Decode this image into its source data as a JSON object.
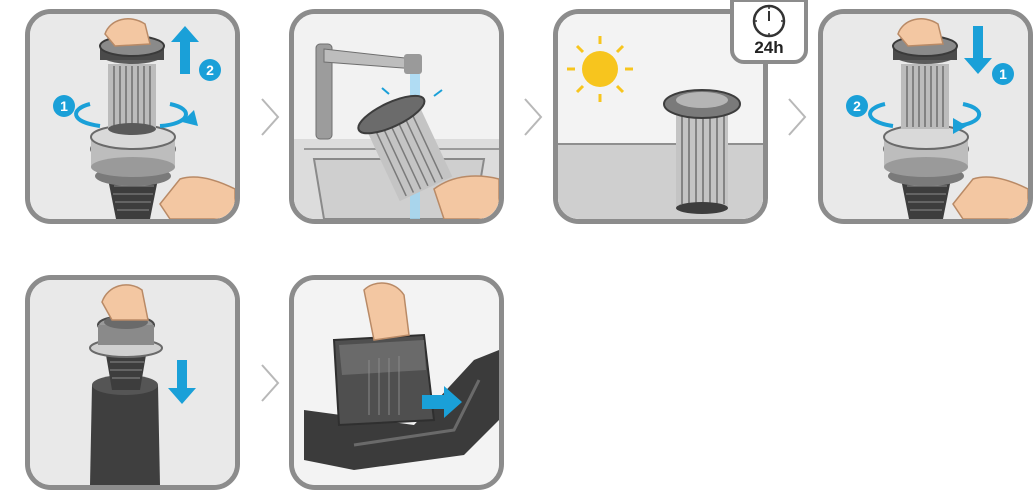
{
  "steps": [
    {
      "id": "remove-filter",
      "markers": [
        "1",
        "2"
      ]
    },
    {
      "id": "rinse-filter",
      "markers": []
    },
    {
      "id": "dry-filter",
      "markers": []
    },
    {
      "id": "refit-filter",
      "markers": [
        "1",
        "2"
      ]
    },
    {
      "id": "insert-filter-unit",
      "markers": []
    },
    {
      "id": "attach-container",
      "markers": []
    }
  ],
  "timer": {
    "label": "24h",
    "icon": "clock-icon"
  },
  "colors": {
    "frame": "#8c8c8c",
    "arrow": "#1aa0d8",
    "badge": "#1aa0d8",
    "water": "#9fd6f2",
    "sun": "#f7c51e"
  }
}
